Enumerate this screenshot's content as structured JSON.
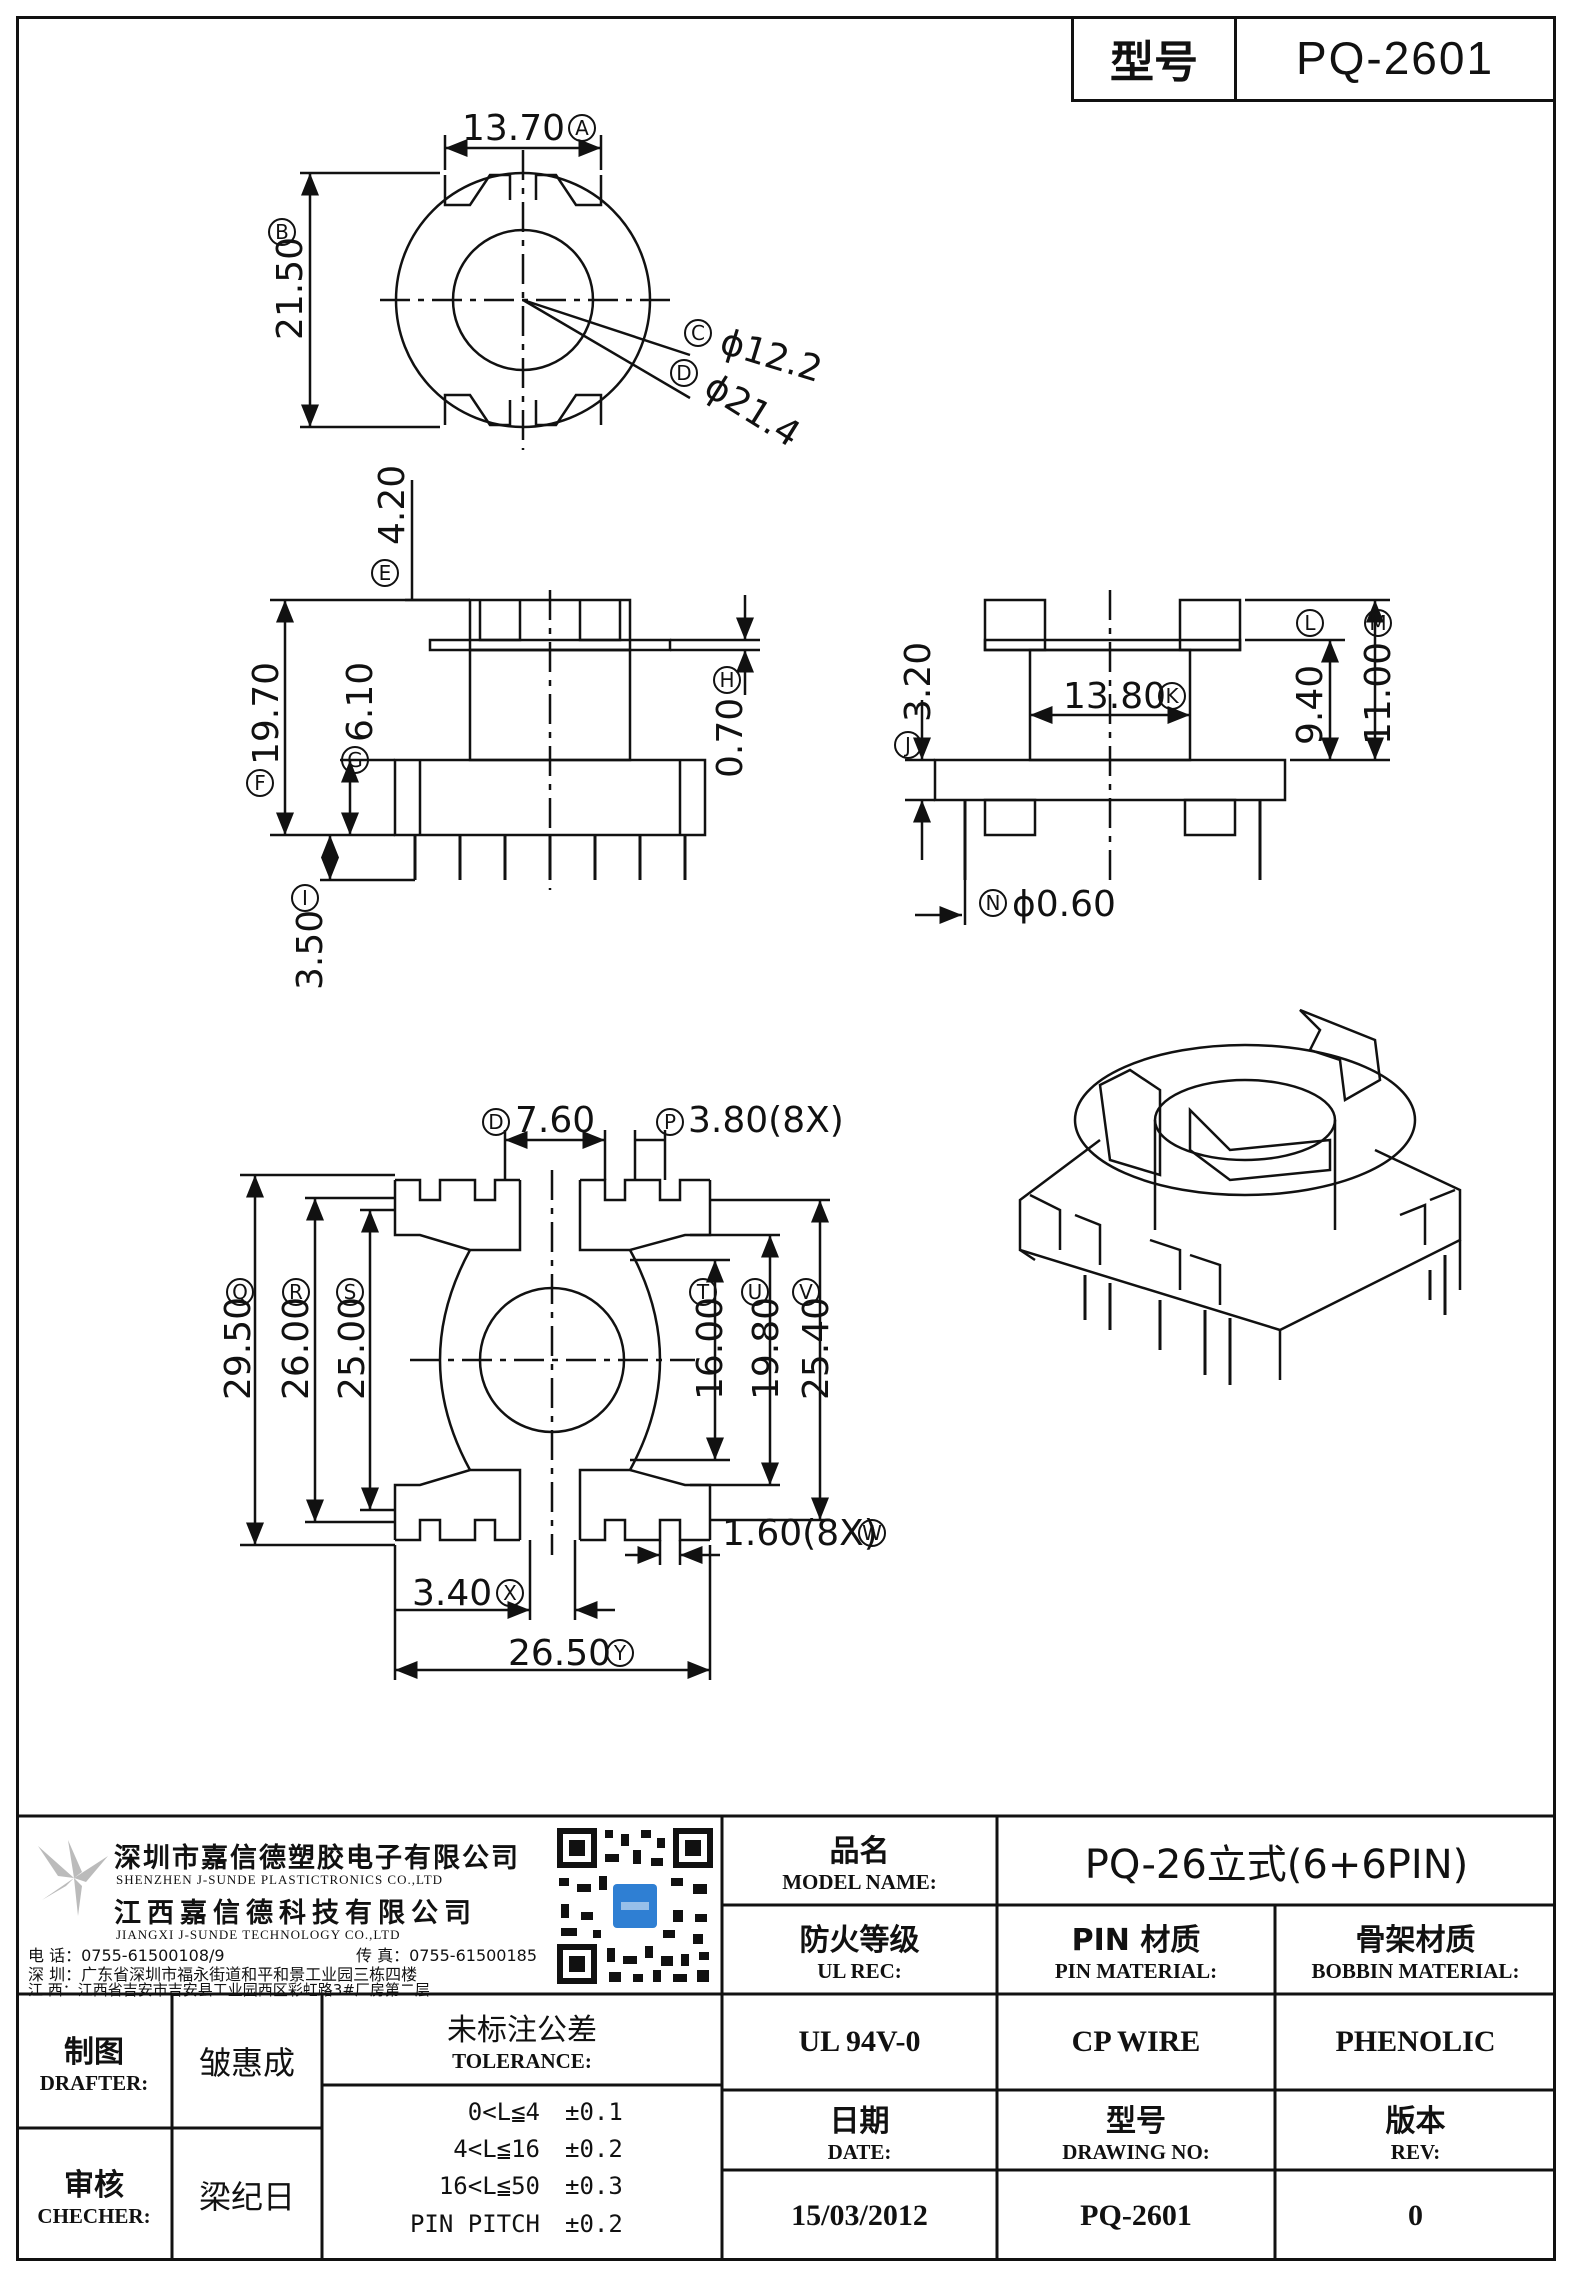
{
  "header": {
    "model_label": "型号",
    "model_value": "PQ-2601"
  },
  "dimensions": {
    "A": "13.70",
    "B": "21.50",
    "C": "ϕ12.2",
    "D": "ϕ21.4",
    "E": "4.20",
    "F": "19.70",
    "G": "6.10",
    "H": "0.70",
    "I": "3.50",
    "J": "3.20",
    "K": "13.80",
    "L": "",
    "M": "",
    "N": "ϕ0.60",
    "M_val": "11.00",
    "L_val": "9.40",
    "D2": "7.60",
    "P": "3.80(8X)",
    "Q": "29.50",
    "R": "26.00",
    "S": "25.00",
    "T": "16.00",
    "U": "19.80",
    "V": "25.40",
    "W": "1.60(8X)",
    "X": "3.40",
    "Y": "26.50"
  },
  "company": {
    "name_sz": "深圳市嘉信德塑胶电子有限公司",
    "name_sz_en": "SHENZHEN J-SUNDE PLASTICTRONICS CO.,LTD",
    "name_jx": "江西嘉信德科技有限公司",
    "name_jx_en": "JIANGXI J-SUNDE TECHNOLOGY CO.,LTD",
    "phone": "电 话：0755-61500108/9",
    "fax": "传 真：0755-61500185",
    "addr_sz": "深 圳：广东省深圳市福永街道和平和景工业园三栋四楼",
    "addr_jx": "江 西：江西省吉安市吉安县工业园西区彩虹路3#厂房第二层"
  },
  "title_block": {
    "model_name_cn": "品名",
    "model_name_en": "MODEL NAME:",
    "model_name_value": "PQ-26立式(6+6PIN)",
    "ul_cn": "防火等级",
    "ul_en": "UL REC:",
    "ul_value": "UL 94V-0",
    "pin_cn": "PIN 材质",
    "pin_en": "PIN MATERIAL:",
    "pin_value": "CP WIRE",
    "bobbin_cn": "骨架材质",
    "bobbin_en": "BOBBIN MATERIAL:",
    "bobbin_value": "PHENOLIC",
    "drafter_cn": "制图",
    "drafter_en": "DRAFTER:",
    "drafter_value": "皱惠成",
    "checker_cn": "审核",
    "checker_en": "CHECHER:",
    "checker_value": "梁纪日",
    "tol_cn": "未标注公差",
    "tol_en": "TOLERANCE:",
    "tol_rows": [
      {
        "range": "0<L≦4",
        "tol": "±0.1"
      },
      {
        "range": "4<L≦16",
        "tol": "±0.2"
      },
      {
        "range": "16<L≦50",
        "tol": "±0.3"
      },
      {
        "range": "PIN PITCH",
        "tol": "±0.2"
      }
    ],
    "date_cn": "日期",
    "date_en": "DATE:",
    "date_value": "15/03/2012",
    "drawno_cn": "型号",
    "drawno_en": "DRAWING NO:",
    "drawno_value": "PQ-2601",
    "rev_cn": "版本",
    "rev_en": "REV:",
    "rev_value": "0"
  }
}
